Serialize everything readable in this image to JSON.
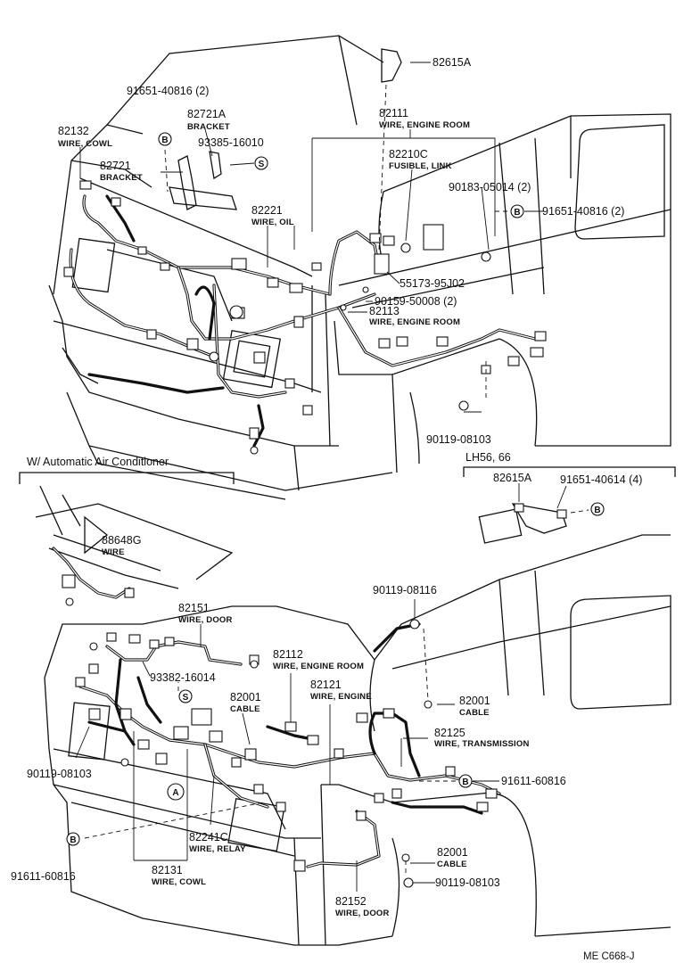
{
  "labels": {
    "p82615A_top": {
      "num": "82615A"
    },
    "p91651_40816_left": {
      "num": "91651-40816  (2)"
    },
    "p82721A": {
      "num": "82721A",
      "desc": "BRACKET"
    },
    "p82132": {
      "num": "82132",
      "desc": "WIRE, COWL"
    },
    "p93385": {
      "num": "93385-16010"
    },
    "p82721": {
      "num": "82721",
      "desc": "BRACKET"
    },
    "p82111": {
      "num": "82111",
      "desc": "WIRE, ENGINE ROOM"
    },
    "p82210C": {
      "num": "82210C",
      "desc": "FUSIBLE, LINK"
    },
    "p90183": {
      "num": "90183-05014  (2)"
    },
    "p91651_40816_right": {
      "num": "91651-40816  (2)"
    },
    "p82221": {
      "num": "82221",
      "desc": "WIRE, OIL"
    },
    "p55173": {
      "num": "55173-95J02"
    },
    "p90159": {
      "num": "90159-50008  (2)"
    },
    "p82113": {
      "num": "82113",
      "desc": "WIRE, ENGINE ROOM"
    },
    "p90119_08103_top": {
      "num": "90119-08103"
    },
    "p82615A_lh": {
      "num": "82615A"
    },
    "p91651_40614": {
      "num": "91651-40614  (4)"
    },
    "p88648G": {
      "num": "88648G",
      "desc": "WIRE"
    },
    "p82151": {
      "num": "82151",
      "desc": "WIRE, DOOR"
    },
    "p90119_08116": {
      "num": "90119-08116"
    },
    "p93382": {
      "num": "93382-16014"
    },
    "p82112": {
      "num": "82112",
      "desc": "WIRE, ENGINE ROOM"
    },
    "p82121": {
      "num": "82121",
      "desc": "WIRE, ENGINE"
    },
    "p82001_c": {
      "num": "82001",
      "desc": "CABLE"
    },
    "p82001_r": {
      "num": "82001",
      "desc": "CABLE"
    },
    "p82125": {
      "num": "82125",
      "desc": "WIRE, TRANSMISSION"
    },
    "p91611_right": {
      "num": "91611-60816"
    },
    "p90119_08103_left": {
      "num": "90119-08103"
    },
    "p82241C": {
      "num": "82241C",
      "desc": "WIRE, RELAY"
    },
    "p82001_b": {
      "num": "82001",
      "desc": "CABLE"
    },
    "p91611_left": {
      "num": "91611-60816"
    },
    "p82131": {
      "num": "82131",
      "desc": "WIRE, COWL"
    },
    "p90119_08103_bottom": {
      "num": "90119-08103"
    },
    "p82152": {
      "num": "82152",
      "desc": "WIRE, DOOR"
    }
  },
  "sections": {
    "auto_ac": "W/ Automatic Air Conditioner",
    "lh56": "LH56, 66"
  },
  "markers": {
    "bolt_b": "B",
    "screw_s": "S",
    "ref_a": "A"
  },
  "footer": {
    "code": "ME  C668-J"
  }
}
